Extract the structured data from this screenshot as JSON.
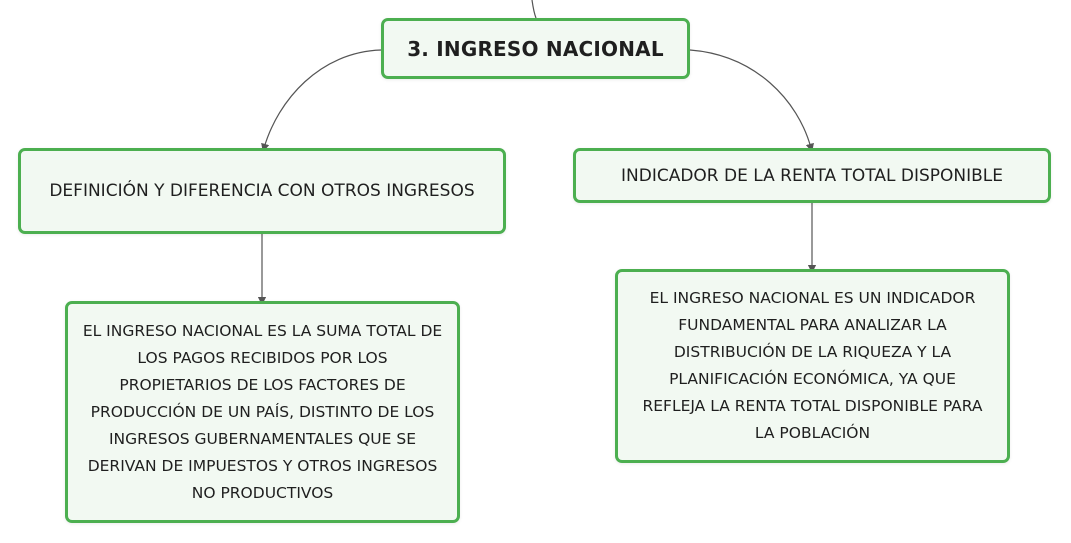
{
  "map": {
    "root": {
      "title": "3. INGRESO NACIONAL"
    },
    "left": {
      "title": "DEFINICIÓN Y DIFERENCIA CON OTROS INGRESOS",
      "detail_lines": [
        "EL INGRESO NACIONAL ES LA SUMA TOTAL DE",
        "LOS PAGOS RECIBIDOS POR LOS",
        "PROPIETARIOS DE LOS FACTORES DE",
        "PRODUCCIÓN DE UN PAÍS, DISTINTO DE LOS",
        "INGRESOS GUBERNAMENTALES QUE SE",
        "DERIVAN DE IMPUESTOS Y OTROS INGRESOS",
        "NO PRODUCTIVOS"
      ]
    },
    "right": {
      "title": "INDICADOR DE LA RENTA TOTAL DISPONIBLE",
      "detail_lines": [
        "EL INGRESO NACIONAL ES UN INDICADOR",
        "FUNDAMENTAL PARA ANALIZAR LA",
        "DISTRIBUCIÓN DE LA RIQUEZA Y LA",
        "PLANIFICACIÓN ECONÓMICA, YA QUE",
        "REFLEJA LA RENTA TOTAL DISPONIBLE PARA",
        "LA POBLACIÓN"
      ]
    }
  },
  "colors": {
    "node_border": "#4caf50",
    "node_fill": "#f2f9f2",
    "connector": "#555555"
  }
}
